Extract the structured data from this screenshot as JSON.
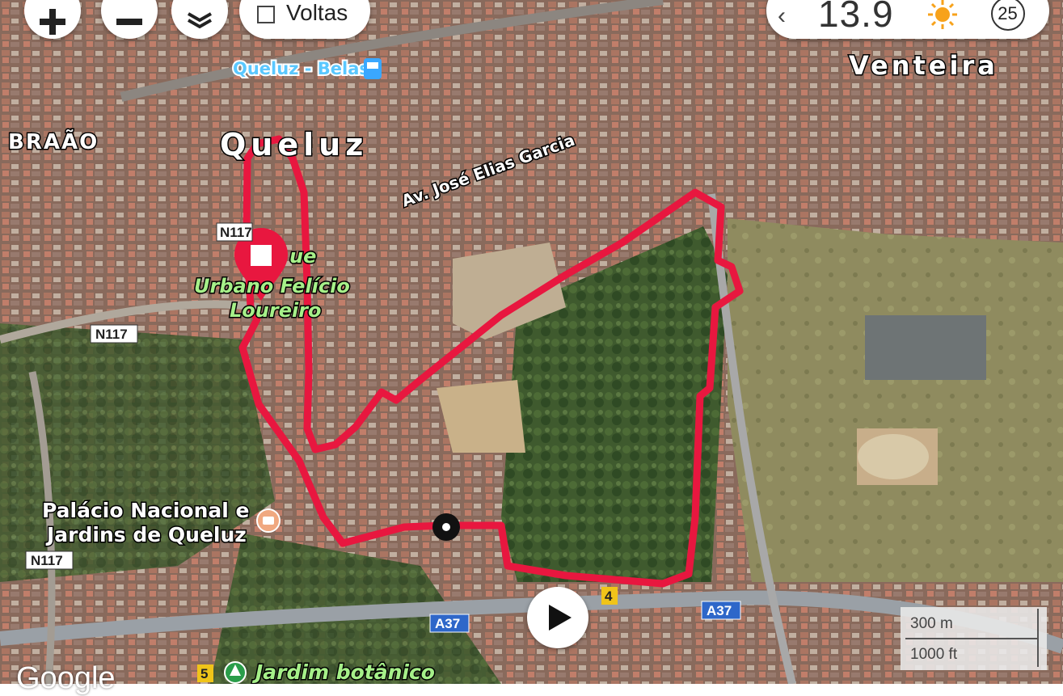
{
  "controls": {
    "laps_label": "Voltas",
    "temperature": "13.9",
    "wind_speed": "25"
  },
  "map": {
    "labels": {
      "station": "Queluz - Belas",
      "district_queluz": "Queluz",
      "district_venteira": "Venteira",
      "district_braao": "BRAÃO",
      "street": "Av. José Elias Garcia",
      "park_line1": "Urbano Felício",
      "park_line2": "Loureiro",
      "park_partial": "ue",
      "palace_line1": "Palácio Nacional e",
      "palace_line2": "Jardins de Queluz",
      "garden": "Jardim botânico"
    },
    "road_shields": {
      "n117_top": "N117",
      "n117_mid": "N117",
      "n117_left": "N117",
      "a37_left": "A37",
      "a37_right": "A37",
      "exit_4": "4",
      "exit_5": "5"
    },
    "scale": {
      "metric": "300 m",
      "imperial": "1000 ft"
    },
    "attribution": "Google",
    "colors": {
      "route": "#e8173f",
      "marker": "#e8173f"
    }
  }
}
